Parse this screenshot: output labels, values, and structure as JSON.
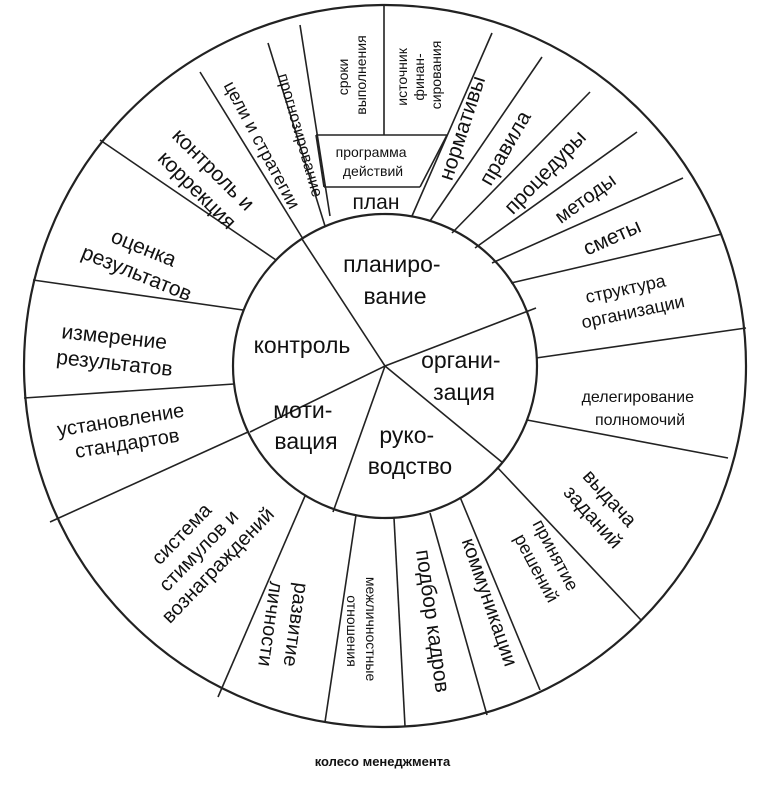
{
  "core": {
    "planning": [
      "планиро-",
      "вание"
    ],
    "organizing": [
      "органи-",
      "зация"
    ],
    "leading": [
      "руко-",
      "водство"
    ],
    "motivation": [
      "моти-",
      "вация"
    ],
    "control": [
      "контроль"
    ]
  },
  "sectors": {
    "norms": [
      "нормативы"
    ],
    "rules": [
      "правила"
    ],
    "procedures": [
      "процедуры"
    ],
    "methods": [
      "методы"
    ],
    "budgets": [
      "сметы"
    ],
    "structure": [
      "структура",
      "организации"
    ],
    "delegation": [
      "делегирование",
      "полномочий"
    ],
    "tasks": [
      "выдача",
      "заданий"
    ],
    "decisions": [
      "принятие",
      "решений"
    ],
    "communications": [
      "коммуникации"
    ],
    "staffing": [
      "подбор кадров"
    ],
    "relations": [
      "межличностные",
      "отношения"
    ],
    "development": [
      "развитие",
      "личности"
    ],
    "incentives": [
      "система",
      "стимулов и",
      "вознаграждений"
    ],
    "standards": [
      "установление",
      "стандартов"
    ],
    "measurement": [
      "измерение",
      "результатов"
    ],
    "evaluation": [
      "оценка",
      "результатов"
    ],
    "correction": [
      "контроль и",
      "коррекция"
    ],
    "goals": [
      "цели и стратегии"
    ],
    "forecasting": [
      "прогнозирование"
    ],
    "deadlines": [
      "сроки",
      "выполнения"
    ],
    "financing": [
      "источник",
      "финан-",
      "сирования"
    ],
    "program": [
      "программа",
      "действий"
    ],
    "plan": [
      "план"
    ]
  },
  "caption": "колесо менеджмента"
}
